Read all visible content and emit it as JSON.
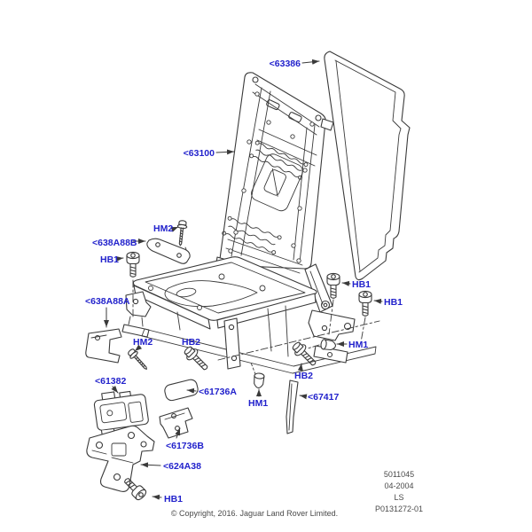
{
  "colors": {
    "callout_blue": "#2222cc",
    "line_dark": "#3a3a3a",
    "footer_gray": "#4a4a4a"
  },
  "callouts": {
    "c63386": "<63386",
    "c63100": "<63100",
    "hm2_top": "HM2",
    "c638a88b": "<638A88B",
    "hb1_left": "HB1",
    "c638a88a": "<638A88A",
    "hm2_lower": "HM2",
    "hb2_left": "HB2",
    "hb1_right_upper": "HB1",
    "hb1_right_lower": "HB1",
    "hm1_right": "HM1",
    "hb2_right": "HB2",
    "hm1_center": "HM1",
    "c61382": "<61382",
    "c61736a": "<61736A",
    "c67417": "<67417",
    "c61736b": "<61736B",
    "c624a38": "<624A38",
    "hb1_bottom": "HB1"
  },
  "info_block": {
    "catalog_no": "5011045",
    "date": "04-2004",
    "model": "LS",
    "drawing_no": "P0131272-01"
  },
  "footer": {
    "copyright": "© Copyright, 2016. Jaguar Land Rover Limited."
  }
}
